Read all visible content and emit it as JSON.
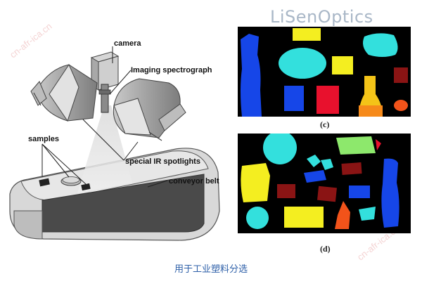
{
  "labels": {
    "camera": "camera",
    "imaging_spectrograph": "Imaging spectrograph",
    "samples": "samples",
    "special_ir_spotlights": "special IR spotlights",
    "conveyor_belt": "conveyor belt"
  },
  "panels": {
    "c": "(c)",
    "d": "(d)"
  },
  "caption": "用于工业塑料分选",
  "logo": "LiSenOptics",
  "watermark": "cn-afr-ica.cn",
  "colors": {
    "caption": "#2d5fa8",
    "panel_background": "#000000",
    "accent_cyan": "#33e0dd",
    "accent_yellow": "#f4ee20",
    "accent_blue": "#1646e8",
    "accent_red": "#e8112d",
    "accent_dark_red": "#8a1414",
    "accent_orange": "#f68a1a",
    "accent_green": "#8de86c"
  }
}
